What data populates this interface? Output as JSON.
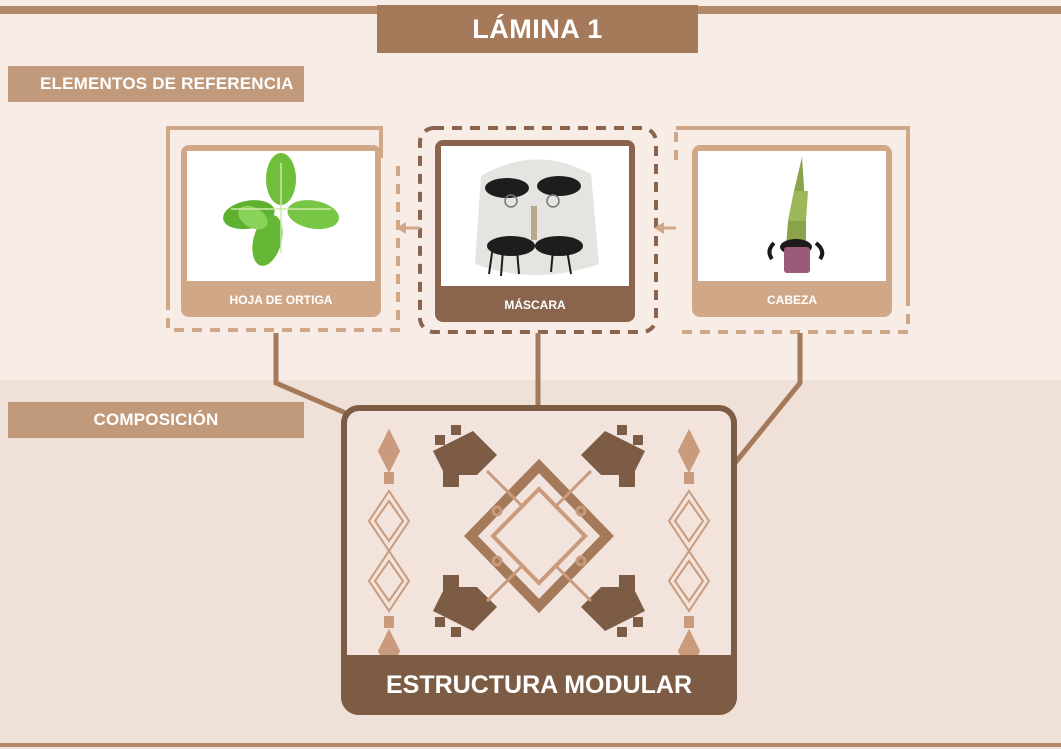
{
  "title": "LÁMINA 1",
  "sections": {
    "referencias": "ELEMENTOS DE REFERENCIA",
    "composicion": "COMPOSICIÓN"
  },
  "cards": [
    {
      "label": "HOJA DE ORTIGA",
      "image": "nettle-leaf"
    },
    {
      "label": "MÁSCARA",
      "image": "mask"
    },
    {
      "label": "CABEZA",
      "image": "head"
    }
  ],
  "structure_label": "ESTRUCTURA MODULAR",
  "colors": {
    "dark_brown": "#7d5c46",
    "medium_brown": "#a47a5b",
    "light_brown": "#c19a7c",
    "background_top": "#f8ece6",
    "background_bottom": "#efe0d8"
  }
}
